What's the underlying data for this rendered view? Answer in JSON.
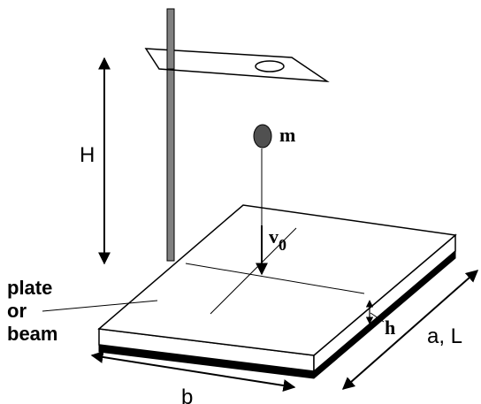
{
  "labels": {
    "height": "H",
    "mass": "m",
    "velocity_main": "v",
    "velocity_sub": "0",
    "plate_line1": "plate",
    "plate_line2": "or",
    "plate_line3": "beam",
    "thickness": "h",
    "length": "a, L",
    "width": "b"
  },
  "colors": {
    "stroke": "#000000",
    "stand_rod": "#808080",
    "ball": "#505050",
    "background": "#ffffff"
  }
}
